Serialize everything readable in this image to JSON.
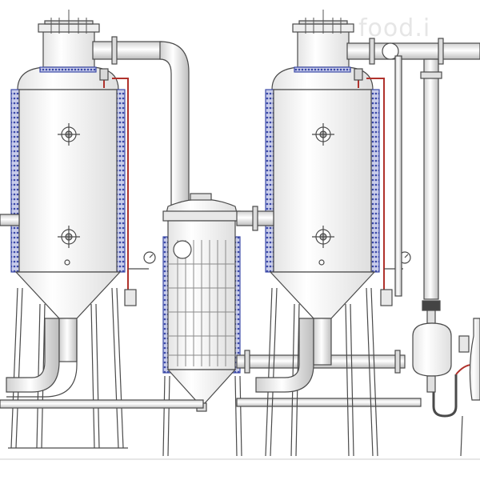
{
  "watermark": "food.i",
  "colors": {
    "outline": "#4a4a4a",
    "steel": "#f2f2f2",
    "steel_shade": "#d6d6d6",
    "insulation": "#3b49a8",
    "steam_line": "#b0322c",
    "background": "#ffffff"
  },
  "components": [
    "first-effect-evaporator",
    "second-effect-evaporator",
    "condenser",
    "separator",
    "vapor-pipe",
    "support-legs",
    "pressure-gauges",
    "sight-glasses"
  ]
}
